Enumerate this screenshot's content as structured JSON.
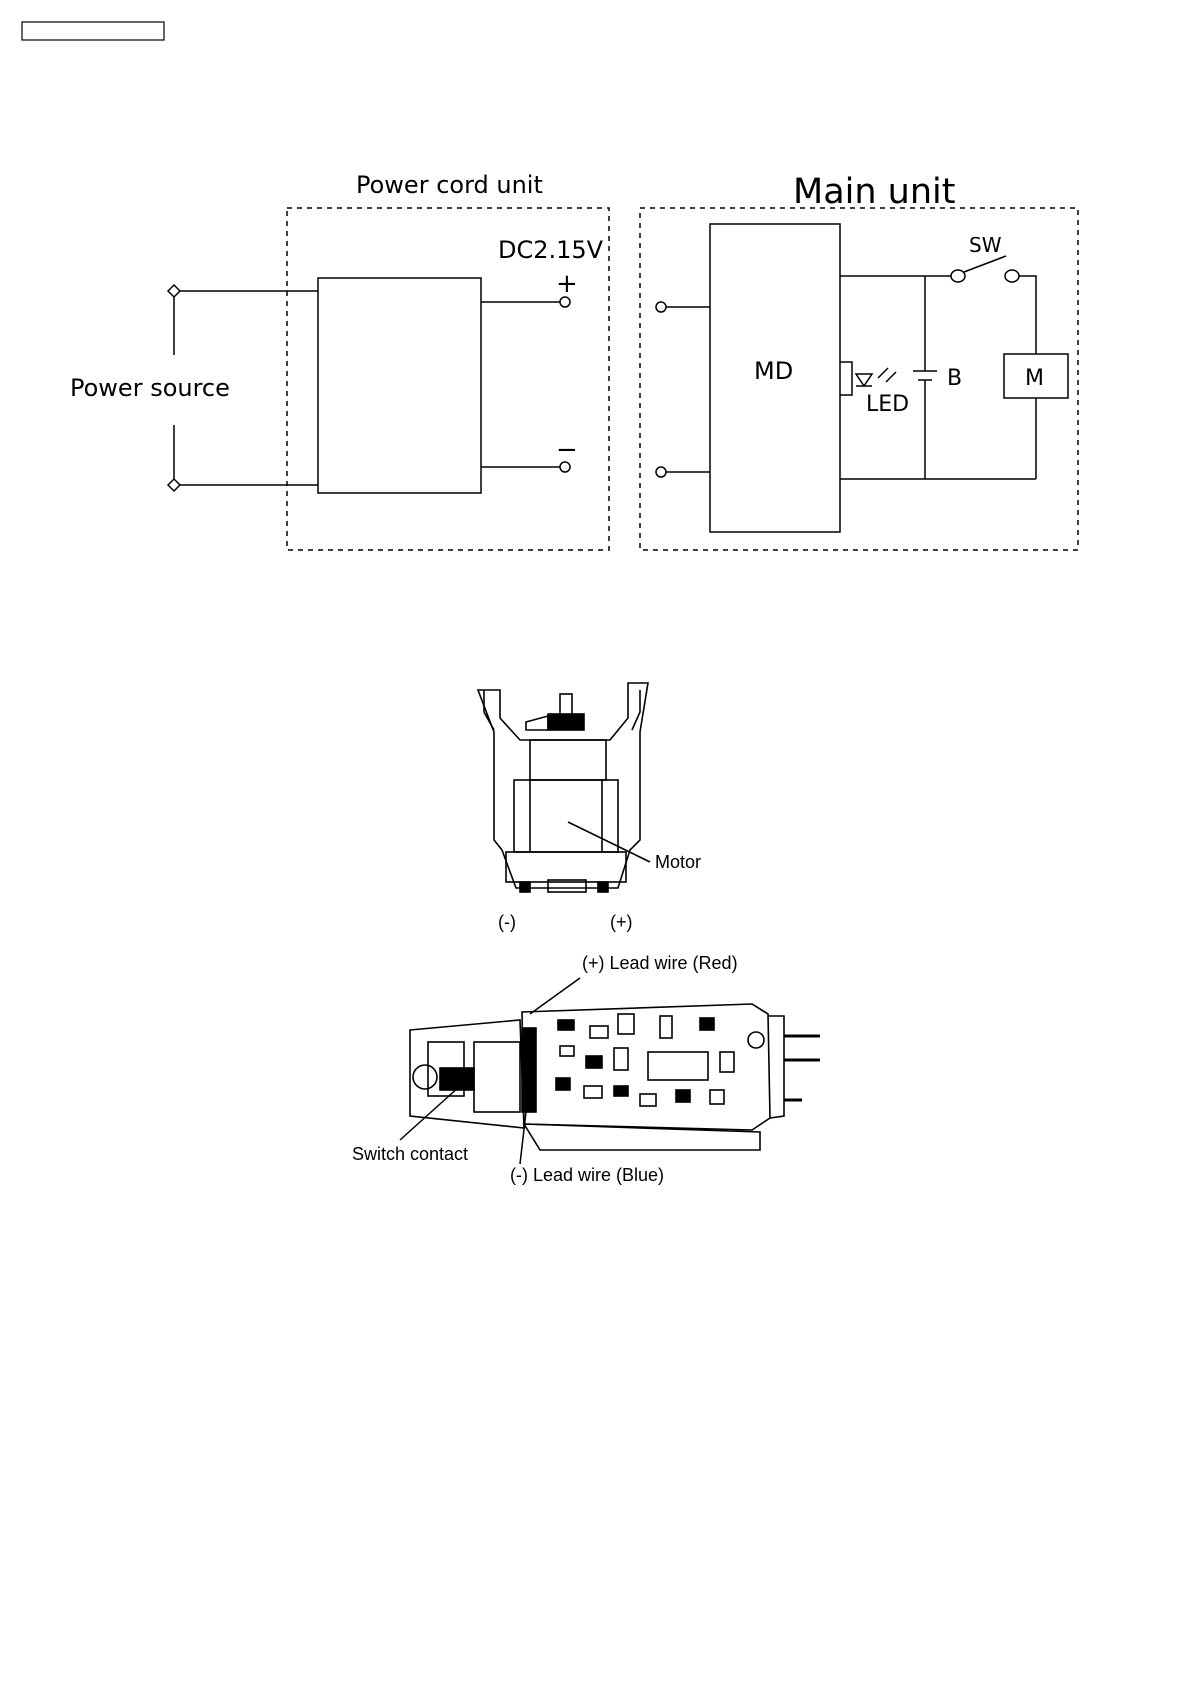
{
  "header_box_text": "",
  "circuit": {
    "power_cord_unit_title": "Power cord unit",
    "main_unit_title": "Main unit",
    "voltage_label": "DC2.15V",
    "plus_sign": "+",
    "minus_sign": "−",
    "power_source_label": "Power source",
    "md_label": "MD",
    "led_label": "LED",
    "battery_label": "B",
    "switch_label": "SW",
    "motor_box_label": "M"
  },
  "motor_figure": {
    "motor_label": "Motor",
    "minus_terminal": "(-)",
    "plus_terminal": "(+)"
  },
  "pcb_figure": {
    "plus_lead_label": "(+) Lead wire (Red)",
    "minus_lead_label": "(-) Lead wire (Blue)",
    "switch_contact_label": "Switch contact"
  }
}
